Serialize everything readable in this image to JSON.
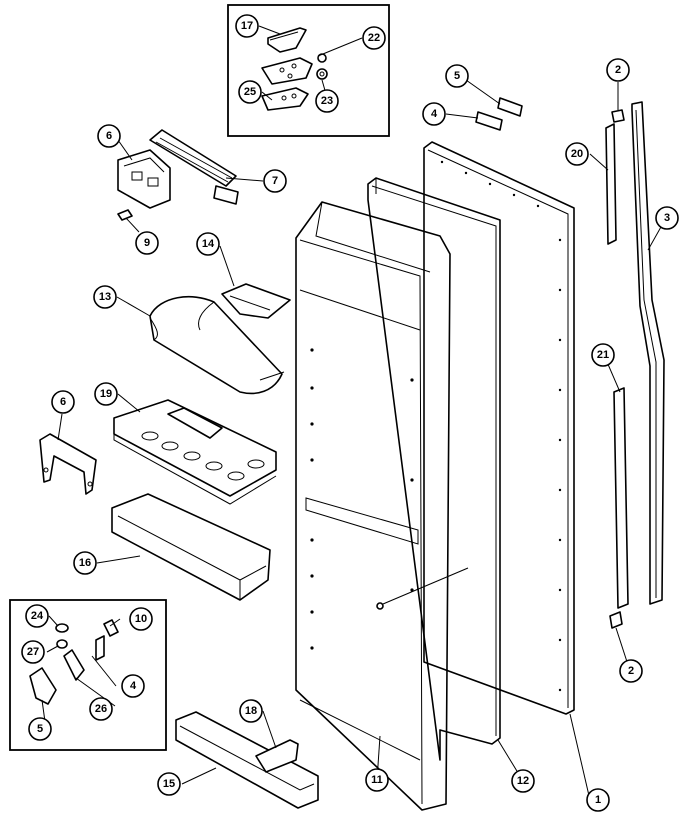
{
  "diagram": {
    "callouts": {
      "c1": "1",
      "c2a": "2",
      "c2b": "2",
      "c3": "3",
      "c4a": "4",
      "c4b": "4",
      "c5a": "5",
      "c5b": "5",
      "c6a": "6",
      "c6b": "6",
      "c7": "7",
      "c9": "9",
      "c10": "10",
      "c11": "11",
      "c12": "12",
      "c13": "13",
      "c14": "14",
      "c15": "15",
      "c16": "16",
      "c17": "17",
      "c18": "18",
      "c19": "19",
      "c20": "20",
      "c21": "21",
      "c22": "22",
      "c23": "23",
      "c24": "24",
      "c25": "25",
      "c26": "26",
      "c27": "27"
    }
  }
}
